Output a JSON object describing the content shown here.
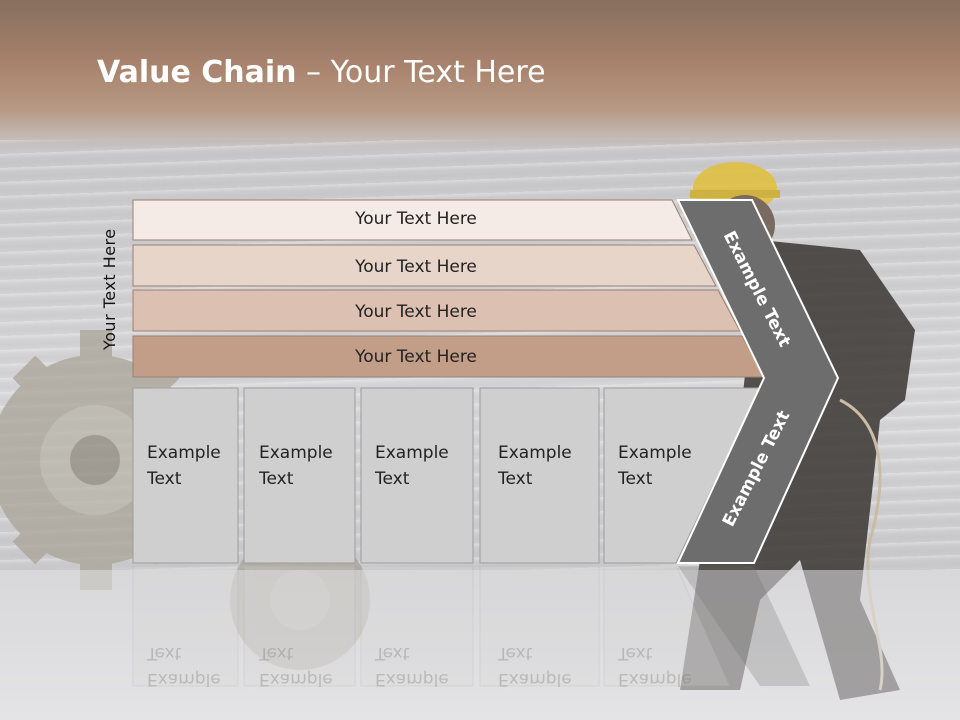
{
  "slide": {
    "title_bold": "Value Chain",
    "title_rest": " – Your Text Here",
    "side_label": "Your Text Here",
    "bars": [
      {
        "label": "Your Text Here",
        "color": "#f4ebe6"
      },
      {
        "label": "Your Text Here",
        "color": "#e8d5ca"
      },
      {
        "label": "Your Text Here",
        "color": "#dcc0b2"
      },
      {
        "label": "Your Text Here",
        "color": "#c29d88"
      }
    ],
    "boxes": [
      {
        "line1": "Example",
        "line2": "Text"
      },
      {
        "line1": "Example",
        "line2": "Text"
      },
      {
        "line1": "Example",
        "line2": "Text"
      },
      {
        "line1": "Example",
        "line2": "Text"
      },
      {
        "line1": "Example",
        "line2": "Text"
      }
    ],
    "chevron_top": "Example Text",
    "chevron_bottom": "Example Text",
    "colors": {
      "chevron": "#6d6d6d",
      "box": "#cfcfcf",
      "bar_border": "#9a7f70"
    }
  }
}
